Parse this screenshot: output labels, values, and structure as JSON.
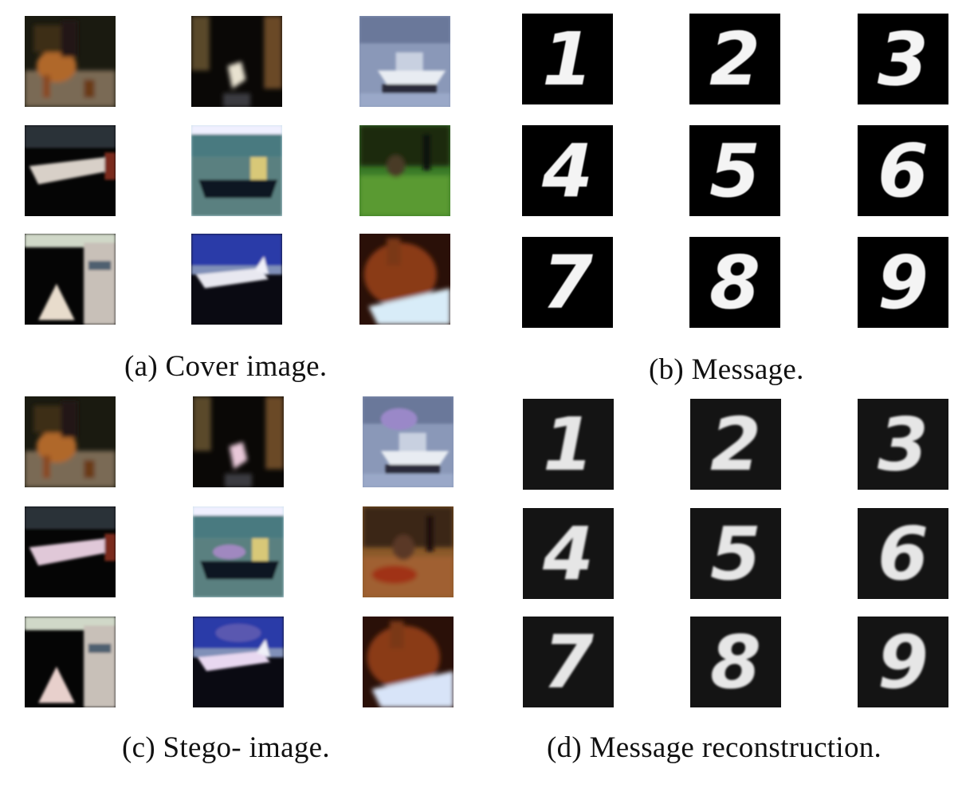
{
  "captions": {
    "a": "(a) Cover image.",
    "b": "(b) Message.",
    "c": "(c) Stego- image.",
    "d": "(d) Message reconstruction."
  },
  "message_digits": [
    "1",
    "2",
    "3",
    "4",
    "5",
    "6",
    "7",
    "8",
    "9"
  ],
  "reconstruction_digits": [
    "1",
    "2",
    "3",
    "4",
    "5",
    "6",
    "7",
    "8",
    "9"
  ]
}
